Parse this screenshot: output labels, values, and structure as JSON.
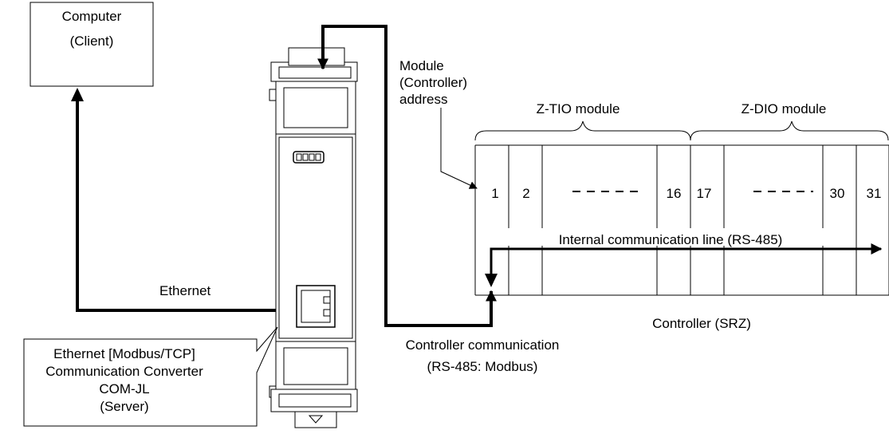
{
  "computer": {
    "title": "Computer",
    "role": "(Client)"
  },
  "ethernet_label": "Ethernet",
  "converter": {
    "lines": [
      "Ethernet [Modbus/TCP]",
      "Communication Converter",
      "COM-JL",
      "(Server)"
    ]
  },
  "address_label": {
    "lines": [
      "Module",
      "(Controller)",
      "address"
    ]
  },
  "modules": {
    "tio_label": "Z-TIO module",
    "dio_label": "Z-DIO module",
    "numbers": [
      "1",
      "2",
      "16",
      "17",
      "30",
      "31"
    ]
  },
  "bus_label": "Internal communication line (RS-485)",
  "controller_label": "Controller (SRZ)",
  "controller_comm": {
    "lines": [
      "Controller communication",
      "(RS-485: Modbus)"
    ]
  }
}
